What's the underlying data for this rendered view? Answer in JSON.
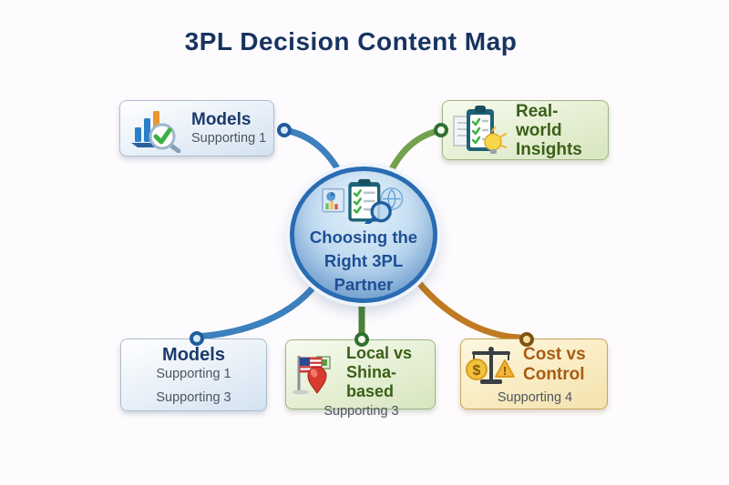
{
  "title": "3PL Decision Content Map",
  "center_node": {
    "line1": "Choosing the",
    "line2": "Right 3PL Partner",
    "icon": "clipboard-checklist-magnifier-icon"
  },
  "nodes": {
    "top_left": {
      "title": "Models",
      "subtitle": "Supporting 1",
      "icon": "bar-chart-magnifier-check-icon"
    },
    "top_right": {
      "line1": "Real-world",
      "line2": "Insights",
      "icon": "clipboard-lightbulb-icon"
    },
    "bottom_left": {
      "title": "Models",
      "item1": "Supporting 1",
      "item2": "Supporting 3"
    },
    "bottom_middle": {
      "line1": "Local vs",
      "line2": "Shina-based",
      "subtitle": "Supporting 3",
      "icon": "flag-location-pin-icon"
    },
    "bottom_right": {
      "line1": "Cost vs",
      "line2": "Control",
      "subtitle": "Supporting 4",
      "icon": "balance-scale-cost-icon",
      "coin_symbol": "$",
      "warning_symbol": "!"
    }
  },
  "colors": {
    "background": "#fdfbfd",
    "title_text": "#17335f",
    "blue_connector": "#3c80bd",
    "green_connector": "#74a14e",
    "green_connector_dark": "#4d8236",
    "orange_connector": "#c07a22",
    "center_text": "#1d4f94",
    "blue_heading": "#1b3a6b",
    "green_heading": "#3a6018",
    "orange_heading": "#a85c14",
    "subtitle_text": "#4d5560"
  }
}
